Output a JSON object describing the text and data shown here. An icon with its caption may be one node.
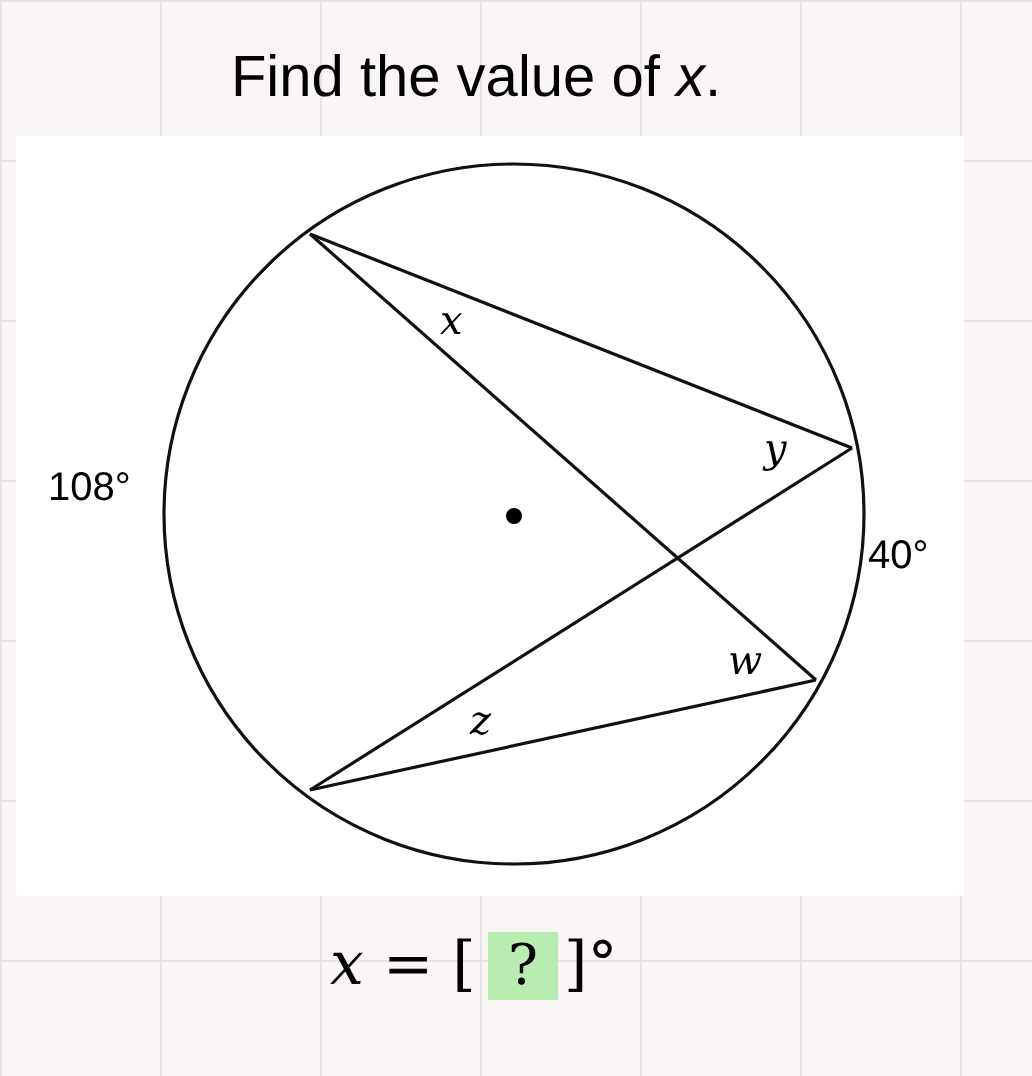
{
  "diagram": {
    "title": "Find the value of *x*.",
    "labels": [
      "108°",
      "x",
      "y",
      "40°",
      "w",
      "z",
      "*x* = [",
      "?",
      "]°"
    ]
  }
}
